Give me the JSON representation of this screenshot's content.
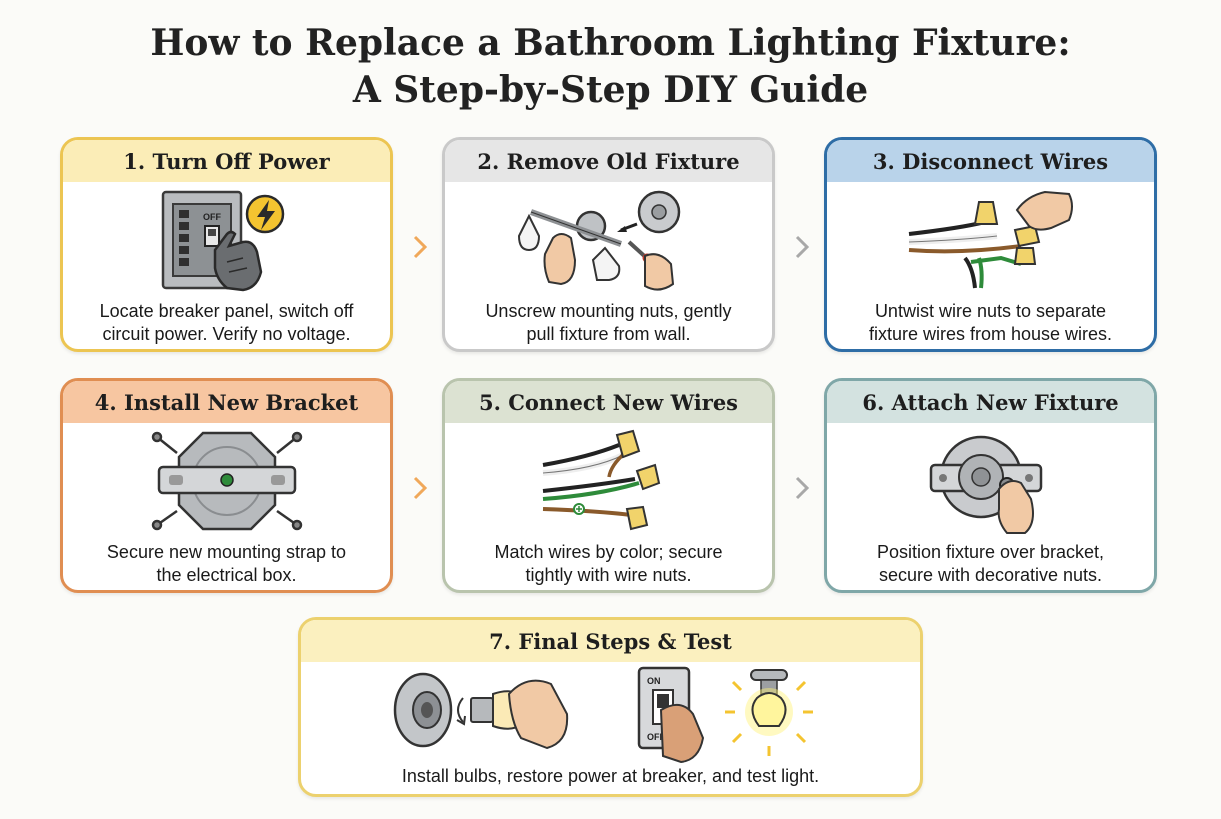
{
  "title": {
    "line1": "How to Replace a Bathroom Lighting Fixture:",
    "line2": "A Step-by-Step DIY Guide"
  },
  "steps": [
    {
      "heading": "1. Turn Off Power",
      "desc_line1": "Locate breaker panel, switch off",
      "desc_line2": "circuit power. Verify no voltage.",
      "icons": [
        "breaker-panel-icon",
        "gloved-hand-icon",
        "lightning-warning-icon"
      ],
      "panel_label": "OFF",
      "accent": "#ecc552"
    },
    {
      "heading": "2. Remove Old Fixture",
      "desc_line1": "Unscrew mounting nuts, gently",
      "desc_line2": "pull fixture from wall.",
      "icons": [
        "old-fixture-icon",
        "screwdriver-icon",
        "hand-icon"
      ],
      "accent": "#c9c9c9"
    },
    {
      "heading": "3. Disconnect Wires",
      "desc_line1": "Untwist wire nuts to separate",
      "desc_line2": "fixture wires from house wires.",
      "icons": [
        "wires-icon",
        "wire-nut-icon",
        "hand-icon"
      ],
      "accent": "#2e6da6"
    },
    {
      "heading": "4. Install New Bracket",
      "desc_line1": "Secure new mounting strap to",
      "desc_line2": "the electrical box.",
      "icons": [
        "electrical-box-icon",
        "mounting-strap-icon",
        "screw-icon"
      ],
      "accent": "#e08e52"
    },
    {
      "heading": "5. Connect New Wires",
      "desc_line1": "Match wires by color; secure",
      "desc_line2": "tightly with wire nuts.",
      "icons": [
        "wires-icon",
        "wire-nut-icon",
        "ground-icon"
      ],
      "accent": "#b9c4ad"
    },
    {
      "heading": "6. Attach New Fixture",
      "desc_line1": "Position fixture over bracket,",
      "desc_line2": "secure with decorative nuts.",
      "icons": [
        "fixture-base-icon",
        "decorative-nut-icon",
        "hand-icon"
      ],
      "accent": "#7fa7a8"
    },
    {
      "heading": "7. Final Steps & Test",
      "desc_line1": "Install bulbs, restore power at breaker, and test light.",
      "icons": [
        "socket-icon",
        "bulb-icon",
        "hand-icon",
        "wall-switch-icon",
        "lit-bulb-icon"
      ],
      "switch_on": "ON",
      "switch_off": "OFF",
      "accent": "#ecd16e"
    }
  ],
  "arrow_icon": "chevron-right-icon",
  "arrow_colors": {
    "warm": "#f0a85a",
    "gray": "#a8a8a8"
  }
}
